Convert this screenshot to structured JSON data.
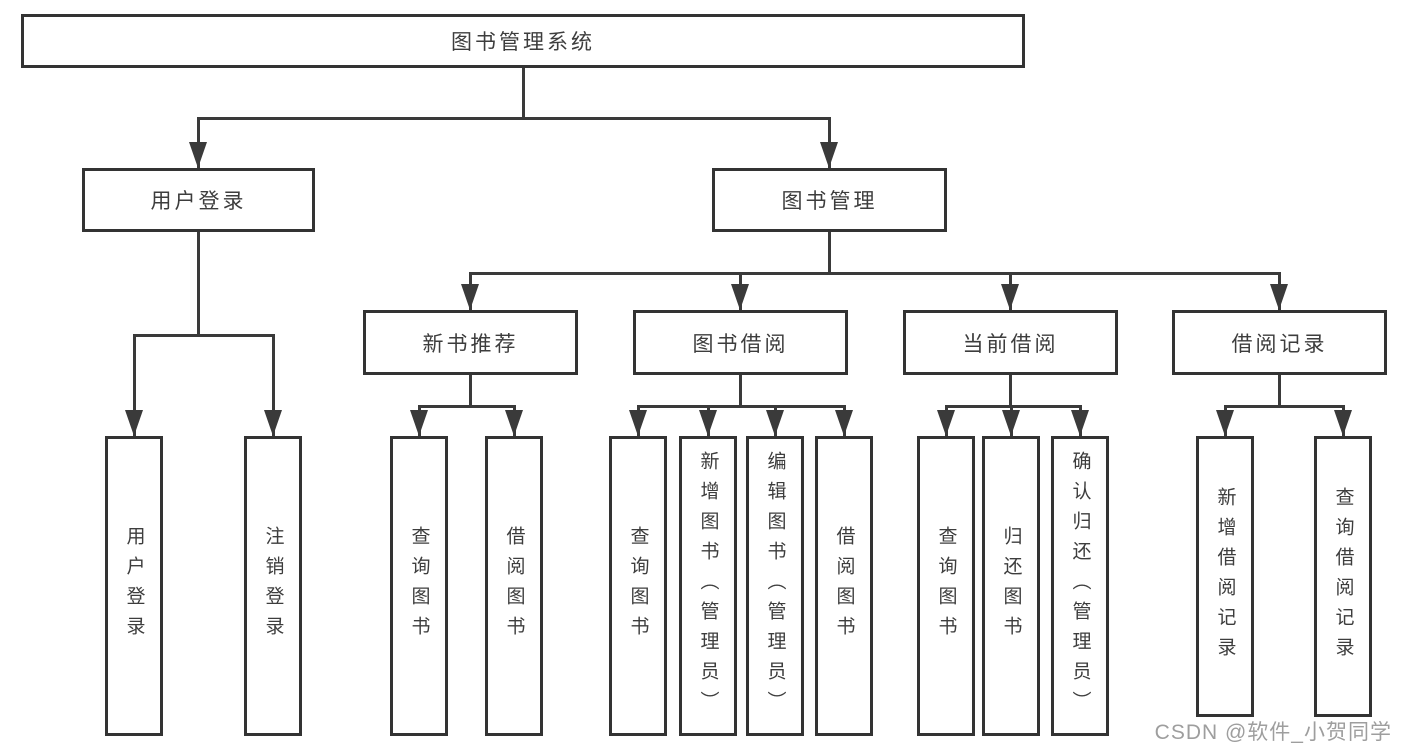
{
  "diagram": {
    "root_label": "图书管理系统",
    "level2": {
      "user_login": "用户登录",
      "book_management": "图书管理"
    },
    "level3": {
      "new_books": "新书推荐",
      "book_borrow": "图书借阅",
      "current_borrow": "当前借阅",
      "borrow_records": "借阅记录"
    },
    "leaves": {
      "user_login": [
        "用户登录",
        "注销登录"
      ],
      "new_books": [
        "查询图书",
        "借阅图书"
      ],
      "book_borrow": [
        "查询图书",
        "新增图书（管理员）",
        "编辑图书（管理员）",
        "借阅图书"
      ],
      "current_borrow": [
        "查询图书",
        "归还图书",
        "确认归还（管理员）"
      ],
      "borrow_records": [
        "新增借阅记录",
        "查询借阅记录"
      ]
    }
  },
  "watermark": "CSDN @软件_小贺同学",
  "colors": {
    "line": "#3a3a3a",
    "box_border": "#333333",
    "text": "#3d3d3d",
    "watermark": "#9e9e9e",
    "background": "#ffffff"
  }
}
